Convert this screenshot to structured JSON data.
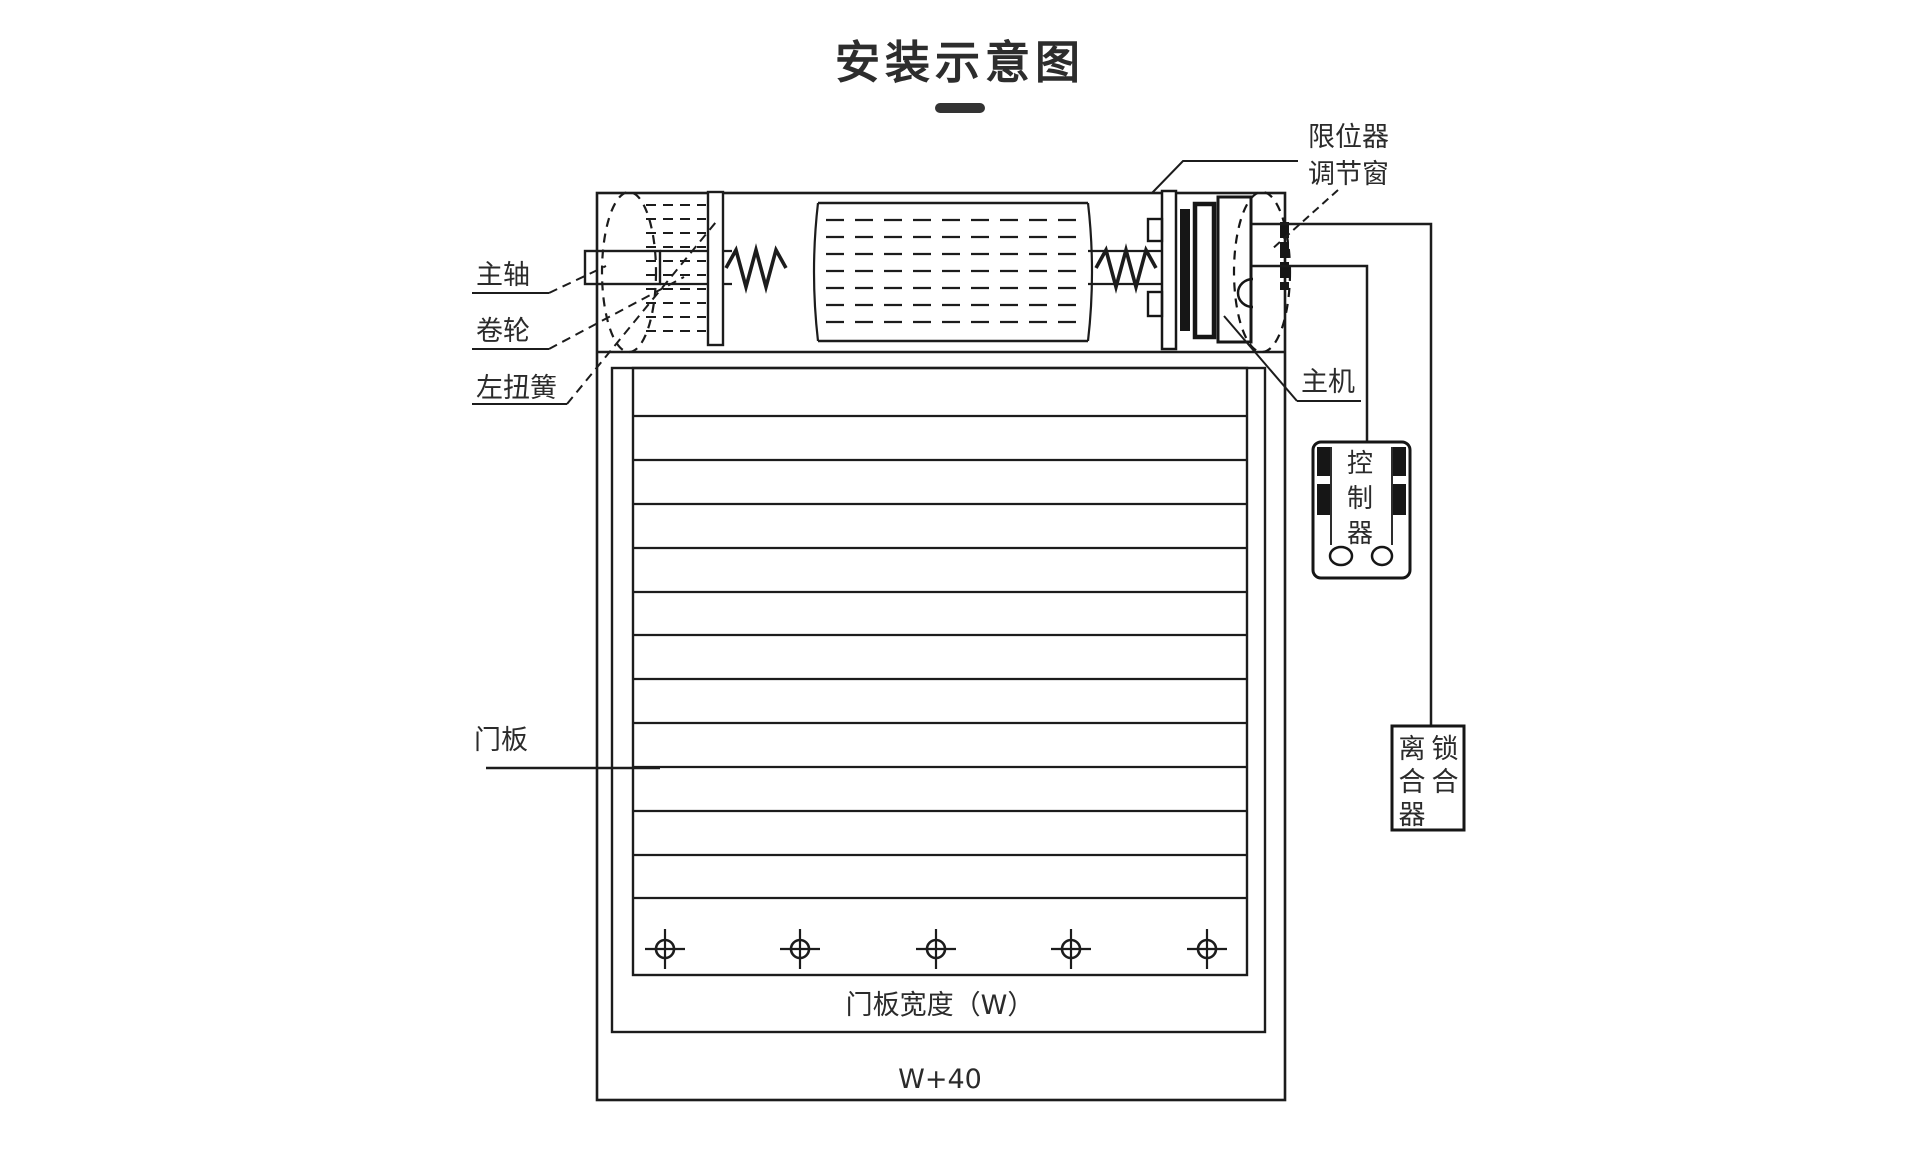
{
  "title": {
    "text": "安装示意图"
  },
  "labels": {
    "main_shaft": "主轴",
    "winding_wheel": "卷轮",
    "left_torsion_spring": "左扭簧",
    "door_panel": "门板",
    "limiter_line1": "限位器",
    "limiter_line2": "调节窗",
    "main_unit": "主机"
  },
  "controller": {
    "chars": [
      "控",
      "制",
      "器"
    ]
  },
  "clutch_lock": {
    "left_col": [
      "离",
      "合",
      "器"
    ],
    "right_col": [
      "锁",
      "合"
    ]
  },
  "dimensions": {
    "panel_width": "门板宽度（W）",
    "overall_width": "W+40"
  },
  "colors": {
    "line": "#1c1c1c",
    "text": "#2b2b2b",
    "background": "#ffffff"
  }
}
